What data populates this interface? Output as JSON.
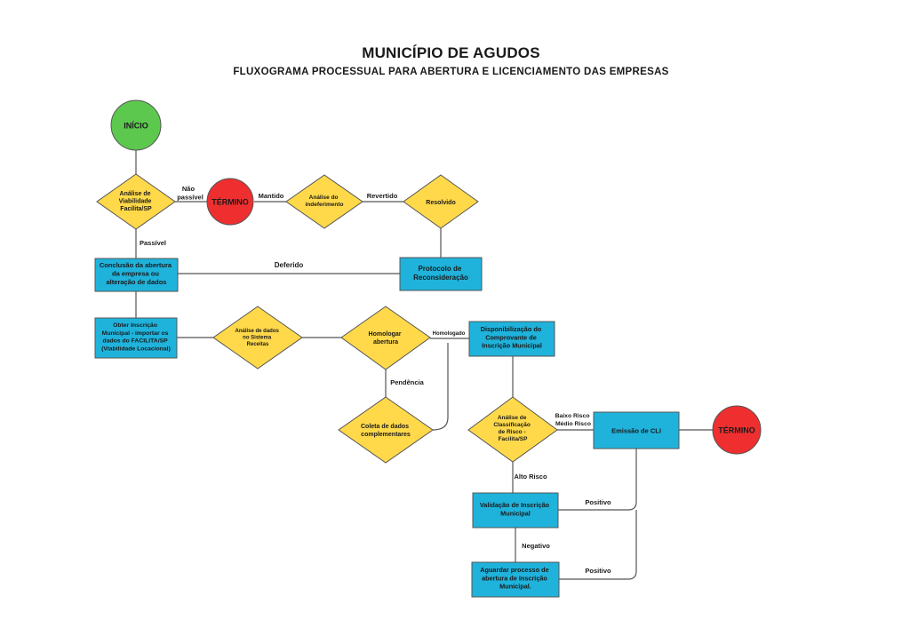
{
  "title": "MUNICÍPIO DE AGUDOS",
  "subtitle": "FLUXOGRAMA PROCESSUAL PARA ABERTURA E LICENCIAMENTO DAS EMPRESAS",
  "colors": {
    "start": "#5cc84e",
    "end": "#ef2f2f",
    "decision": "#ffd94a",
    "process": "#1fb3dc",
    "stroke": "#555555"
  },
  "nodes": {
    "inicio": "INÍCIO",
    "viabilidade": [
      "Análise de",
      "Viabilidade",
      "Facilita/SP"
    ],
    "termino1": "TÉRMINO",
    "indeferimento": [
      "Análise do",
      "indeferimento"
    ],
    "resolvido": "Resolvido",
    "protocolo": [
      "Protocolo de",
      "Reconsideração"
    ],
    "conclusao": [
      "Conclusão da abertura",
      "da empresa ou",
      "alteração de dados"
    ],
    "inscricao": [
      "Obter Inscrição",
      "Municipal - importar os",
      "dados do FACILITA/SP",
      "(Viabilidade Locacional)"
    ],
    "analise_dados": [
      "Análise de dados",
      "no Sistema",
      "Receitas"
    ],
    "homologar": [
      "Homologar",
      "abertura"
    ],
    "coleta": [
      "Coleta de dados",
      "complementares"
    ],
    "comprovante": [
      "Disponibilização do",
      "Comprovante de",
      "Inscrição Municipal"
    ],
    "risco": [
      "Análise de",
      "Classificação",
      "de Risco -",
      "Facilita/SP"
    ],
    "cli": "Emissão de CLI",
    "termino2": "TÉRMINO",
    "validacao": [
      "Validação de Inscrição",
      "Municipal"
    ],
    "aguardar": [
      "Aguardar processo de",
      "abertura de Inscrição",
      "Municipal."
    ]
  },
  "edge_labels": {
    "nao_passivel": [
      "Não",
      "passível"
    ],
    "passivel": "Passível",
    "mantido": "Mantido",
    "revertido": "Revertido",
    "deferido": "Deferido",
    "homologado": "Homologado",
    "pendencia": "Pendência",
    "baixo_medio": [
      "Baixo Risco",
      "Médio Risco"
    ],
    "alto_risco": "Alto Risco",
    "positivo1": "Positivo",
    "negativo": "Negativo",
    "positivo2": "Positivo"
  }
}
